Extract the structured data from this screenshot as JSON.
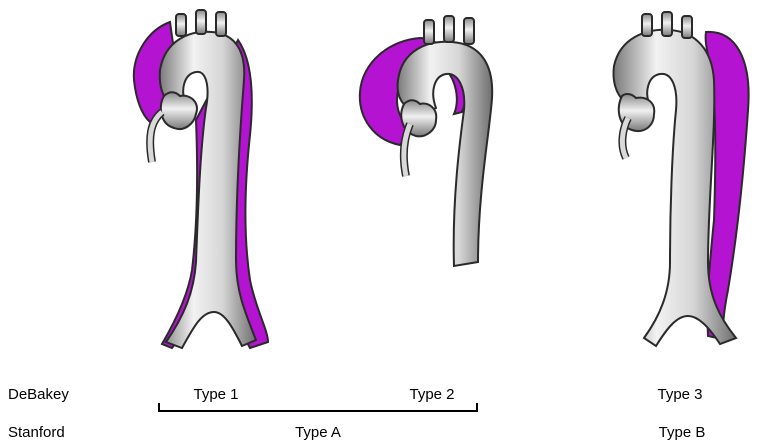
{
  "colors": {
    "dissection": "#b414d2",
    "outline": "#2a2a2a",
    "aorta_light": "#f2f2f2",
    "aorta_mid": "#bdbdbd",
    "aorta_dark": "#7a7a7a"
  },
  "icons": [
    "aorta-type-1-illustration",
    "aorta-type-2-illustration",
    "aorta-type-3-illustration"
  ],
  "rows": {
    "debakey": "DeBakey",
    "stanford": "Stanford"
  },
  "debakey_types": [
    "Type 1",
    "Type 2",
    "Type 3"
  ],
  "stanford_types": [
    "Type A",
    "Type B"
  ]
}
